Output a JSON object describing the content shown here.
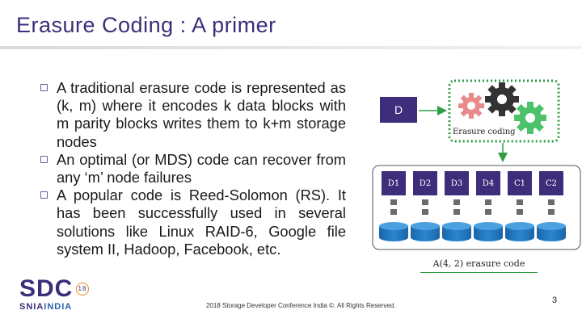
{
  "slide": {
    "title": "Erasure Coding : A primer",
    "bullets": [
      "A traditional erasure code is represented as (k, m) where it encodes k data blocks with m parity blocks writes them to k+m storage nodes",
      "An optimal (or MDS) code can recover from any ‘m’ node failures",
      "A popular code is Reed-Solomon (RS). It has been successfully used in several solutions like Linux RAID-6, Google file system II, Hadoop, Facebook, etc."
    ],
    "footer": "2018 Storage Developer Conference India ©. All Rights Reserved.",
    "page_number": "3"
  },
  "diagram": {
    "data_box_label": "D",
    "encoder_label": "Erasure coding",
    "nodes": [
      "D1",
      "D2",
      "D3",
      "D4",
      "C1",
      "C2"
    ],
    "code_label": "A(4, 2) erasure code",
    "colors": {
      "data_box": "#3d2d7a",
      "node": "#1c73b9",
      "arrow": "#2f9e44",
      "gear_pink": "#e88a8a",
      "gear_dark": "#333333",
      "gear_green": "#4cc26a"
    }
  },
  "logo": {
    "brand": "SDC",
    "year": "18",
    "org": "SNIA",
    "region": "INDIA"
  }
}
